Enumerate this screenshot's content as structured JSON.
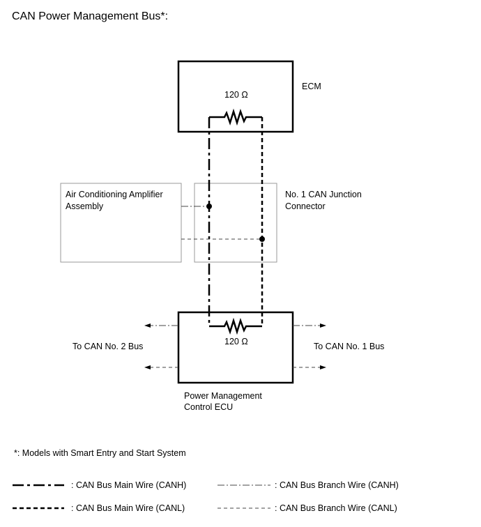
{
  "title": "CAN Power Management Bus*:",
  "ecm": {
    "name": "ECM",
    "resistor": "120 Ω"
  },
  "ac_amp": {
    "line1": "Air Conditioning Amplifier",
    "line2": "Assembly"
  },
  "junction": {
    "line1": "No. 1 CAN Junction",
    "line2": "Connector"
  },
  "pm_ecu": {
    "line1": "Power Management",
    "line2": "Control ECU",
    "resistor": "120 Ω"
  },
  "to_bus2": "To CAN No. 2 Bus",
  "to_bus1": "To CAN No. 1 Bus",
  "footnote": "*: Models with Smart Entry and Start System",
  "legend": {
    "main_canh": ": CAN Bus Main Wire (CANH)",
    "main_canl": ": CAN Bus Main Wire (CANL)",
    "branch_canh": ": CAN Bus Branch Wire (CANH)",
    "branch_canl": ": CAN Bus Branch Wire (CANL)"
  }
}
